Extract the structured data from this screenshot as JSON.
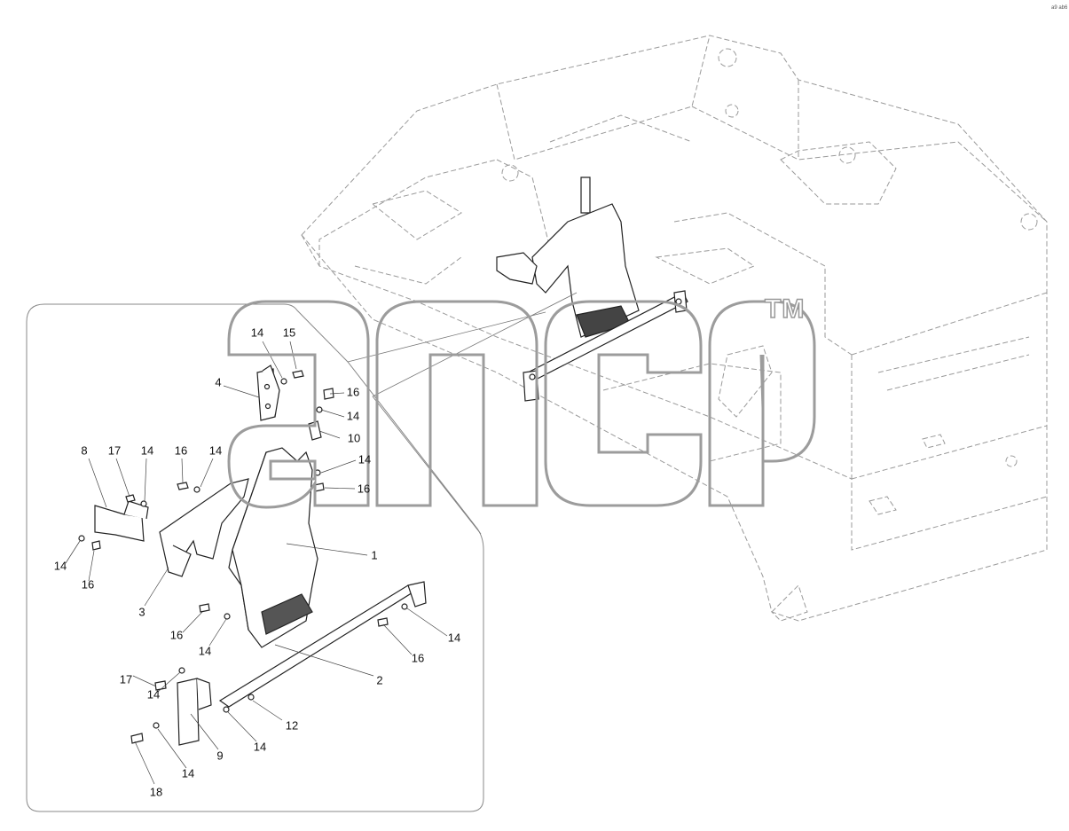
{
  "watermark": {
    "brand_mark": "TM"
  },
  "corner_tag": "a9 ab6",
  "callouts": [
    {
      "id": "c14a",
      "text": "14"
    },
    {
      "id": "c15",
      "text": "15"
    },
    {
      "id": "c4",
      "text": "4"
    },
    {
      "id": "c16a",
      "text": "16"
    },
    {
      "id": "c14b",
      "text": "14"
    },
    {
      "id": "c10",
      "text": "10"
    },
    {
      "id": "c14c",
      "text": "14"
    },
    {
      "id": "c16b",
      "text": "16"
    },
    {
      "id": "c8",
      "text": "8"
    },
    {
      "id": "c17a",
      "text": "17"
    },
    {
      "id": "c14d",
      "text": "14"
    },
    {
      "id": "c16c",
      "text": "16"
    },
    {
      "id": "c14e",
      "text": "14"
    },
    {
      "id": "c1",
      "text": "1"
    },
    {
      "id": "c14f",
      "text": "14"
    },
    {
      "id": "c16d",
      "text": "16"
    },
    {
      "id": "c3",
      "text": "3"
    },
    {
      "id": "c16e",
      "text": "16"
    },
    {
      "id": "c14g",
      "text": "14"
    },
    {
      "id": "c14h",
      "text": "14"
    },
    {
      "id": "c16f",
      "text": "16"
    },
    {
      "id": "c2",
      "text": "2"
    },
    {
      "id": "c17b",
      "text": "17"
    },
    {
      "id": "c14i",
      "text": "14"
    },
    {
      "id": "c12",
      "text": "12"
    },
    {
      "id": "c9",
      "text": "9"
    },
    {
      "id": "c14j",
      "text": "14"
    },
    {
      "id": "c14k",
      "text": "14"
    },
    {
      "id": "c18",
      "text": "18"
    }
  ]
}
